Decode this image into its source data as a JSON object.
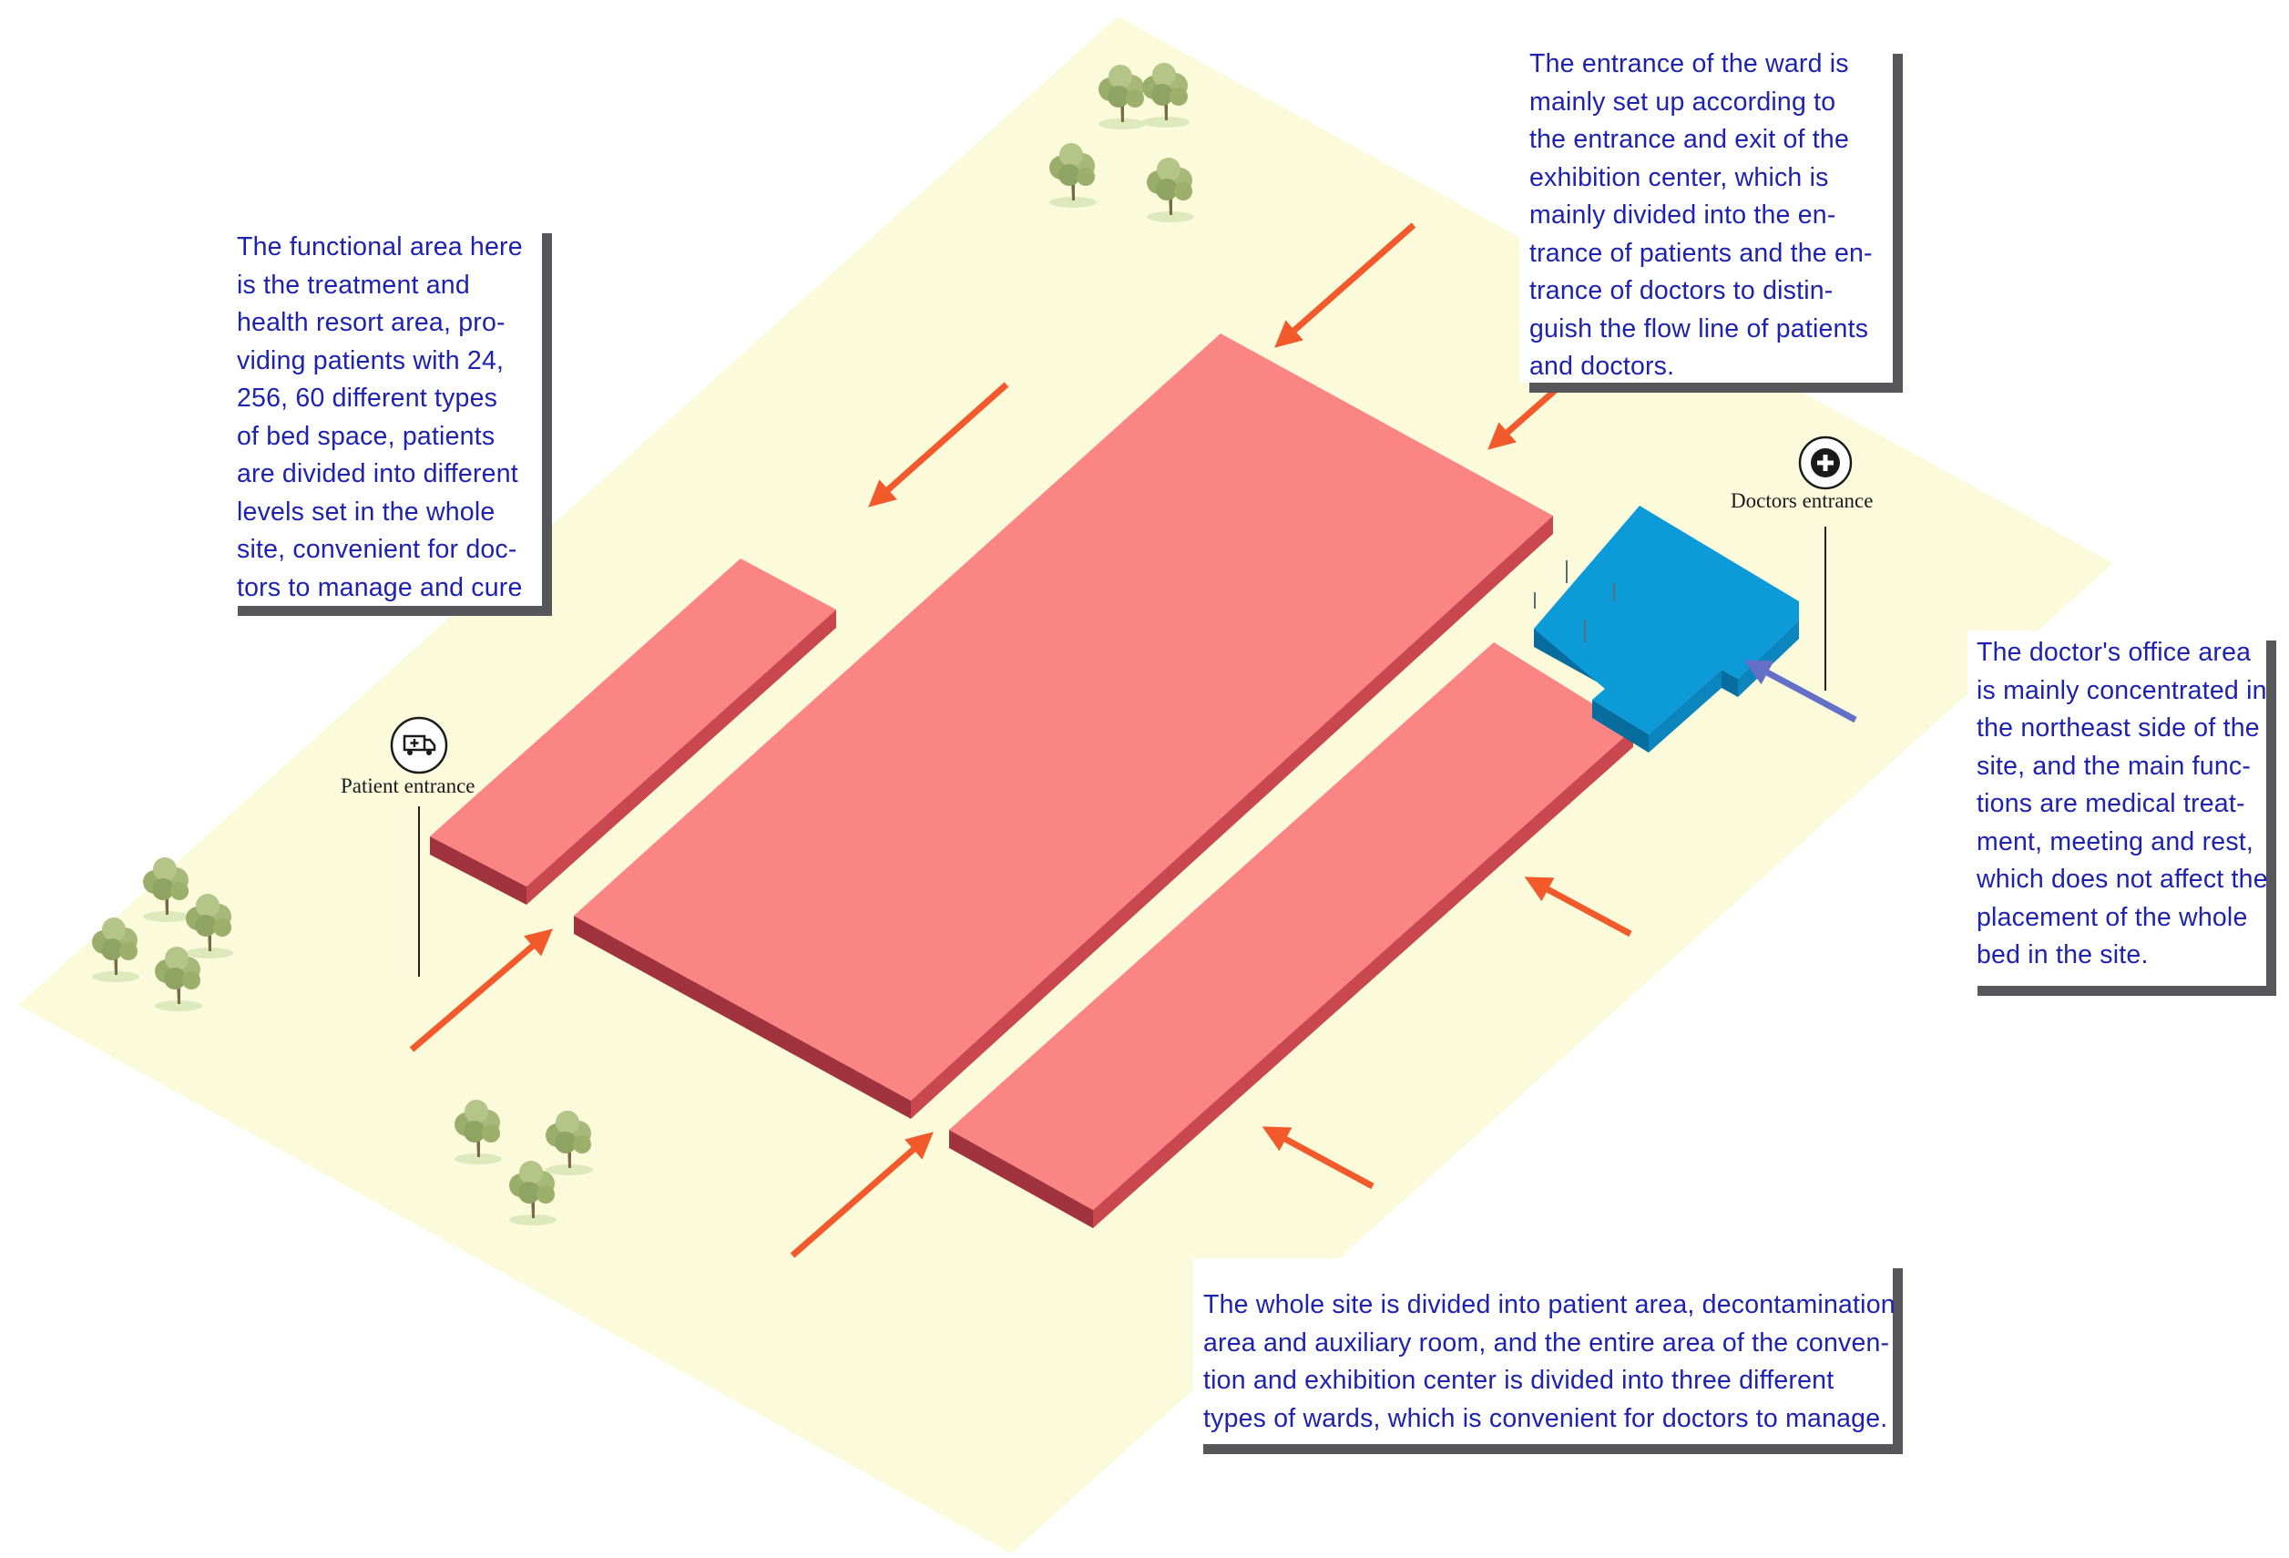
{
  "callouts": {
    "functional_area": [
      "The functional area here",
      "is the treatment and",
      "health resort area, pro-",
      "viding patients with 24,",
      "256, 60 different types",
      "of bed space, patients",
      "are divided into different",
      "levels set in the whole",
      "site, convenient for doc-",
      "tors to manage and cure"
    ],
    "ward_entrance": [
      "The entrance of the ward is",
      "mainly set up according to",
      "the entrance and exit of the",
      "exhibition center, which is",
      "mainly divided into the en-",
      "trance of patients and the en-",
      "trance of doctors to distin-",
      "guish the flow line of patients",
      "and doctors."
    ],
    "doctor_office": [
      "The doctor's office area",
      "is mainly concentrated in",
      "the northeast side of the",
      "site, and the main func-",
      "tions are medical treat-",
      "ment, meeting and rest,",
      "which does not affect the",
      "placement of the whole",
      "bed in the site."
    ],
    "whole_site": [
      "The whole site is divided into patient area, decontamination",
      "area and auxiliary room, and the entire area of the conven-",
      "tion and exhibition center is divided into three different",
      "types of wards, which is convenient for doctors to manage."
    ]
  },
  "labels": {
    "patient_entrance": "Patient entrance",
    "doctors_entrance": "Doctors entrance"
  },
  "icons": {
    "patient_entrance": "ambulance-icon",
    "doctors_entrance": "medical-cross-icon",
    "trees": "tree-icon"
  },
  "colors": {
    "site": "#fbfbdc",
    "ward_top": "#fb8585",
    "ward_side_dark": "#a0333d",
    "ward_side_mid": "#c9474f",
    "office_top": "#0d9ad8",
    "office_side": "#076d9f",
    "patient_arrow": "#f35a2b",
    "doctor_arrow": "#6470c8",
    "callout_text": "#1e22b0",
    "callout_shadow": "#57575b"
  }
}
